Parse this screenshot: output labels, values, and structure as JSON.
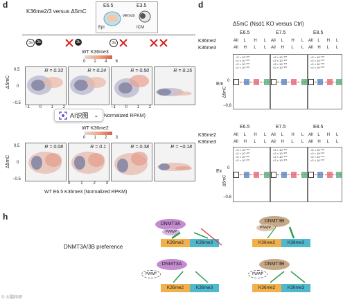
{
  "panel_left": {
    "letter": "d",
    "title": "K36me2/3 versus Δ5mC",
    "schematic": {
      "e65": "E6.5",
      "e35": "E3.5",
      "versus": "versus",
      "epi": "Epi",
      "icm": "ICM"
    },
    "chips": [
      "3a",
      "3b",
      "3b",
      "3a"
    ],
    "top": {
      "legend_title": "WT K36me3",
      "legend_ticks": [
        "0",
        "2",
        "4",
        "6"
      ],
      "r_values": [
        "R = 0.33",
        "R = 0.24",
        "R = 0.50",
        "R = 0.15"
      ],
      "x_ticks": [
        "−1",
        "0",
        "1",
        "2"
      ],
      "x_label": "Normalized RPKM)",
      "y_label": "Δ5mC",
      "y_ticks": [
        "0.5",
        "0",
        "−0.5"
      ]
    },
    "bottom": {
      "legend_title": "WT K36me2",
      "legend_ticks": [
        "0",
        "1",
        "2",
        "3"
      ],
      "r_values": [
        "R = 0.08",
        "R = 0.1",
        "R = 0.38",
        "R = −0.18"
      ],
      "x_ticks": [
        "0",
        "1",
        "2",
        "3"
      ],
      "x_label": "WT E6.5 K36me3 (Normalized RPKM)",
      "y_label": "Δ5mC",
      "y_ticks": [
        "0.5",
        "0",
        "−0.5"
      ]
    }
  },
  "ai_tool": {
    "label": "AI识图",
    "icon": "scan-icon",
    "chevron": "chevron-down-icon"
  },
  "panel_right": {
    "letter": "d",
    "title": "Δ5mC (Nsd1 KO versus Ctrl)",
    "stages": [
      "E6.5",
      "E7.5",
      "E8.5"
    ],
    "row_k36me2": "K36me2",
    "row_k36me3": "K36me3",
    "col_labels_me2": [
      "All",
      "L",
      "H",
      "L"
    ],
    "col_labels_me3": [
      "All",
      "H",
      "L",
      "L"
    ],
    "p_labels": [
      "<2 × 10⁻³⁰⁰",
      "<2 × 10⁻³⁰⁰",
      "<2 × 10⁻³⁰⁰",
      "<2 × 10⁻³⁰⁰"
    ],
    "rows": [
      {
        "name": "Em",
        "y_label": "Δ5mC",
        "y_ticks": [
          "0",
          "−0.8"
        ]
      },
      {
        "name": "Ex",
        "y_label": "Δ5mC",
        "y_ticks": [
          "0",
          "−0.8"
        ]
      }
    ],
    "box_colors": [
      "#333333",
      "#4a7fc0",
      "#e06070",
      "#4caa77"
    ]
  },
  "panel_h": {
    "letter": "h",
    "title": "DNMT3A/3B preference",
    "top_left": {
      "enzyme": "DNMT3A",
      "domain": "PWWP",
      "marks": [
        "K36me2",
        "K36me3"
      ]
    },
    "top_right": {
      "enzyme": "DNMT3B",
      "domain": "PWWP",
      "marks": [
        "K36me2",
        "K36me3"
      ]
    },
    "bottom_left": {
      "enzyme": "DNMT3A",
      "domain": "PWWP",
      "marks": [
        "K36me2",
        "K36me3"
      ]
    },
    "bottom_right": {
      "enzyme": "DNMT3B",
      "domain": "PWWP",
      "marks": [
        "K36me2",
        "K36me3"
      ]
    },
    "colors": {
      "dnmt3a": "#c48bd0",
      "dnmt3b": "#c7a886",
      "k36me2": "#f0b04c",
      "k36me3": "#4fb8cc",
      "arrow": "#2a9d4a",
      "inhibit": "#d93030"
    }
  },
  "watermark": "© 大鹏科研"
}
